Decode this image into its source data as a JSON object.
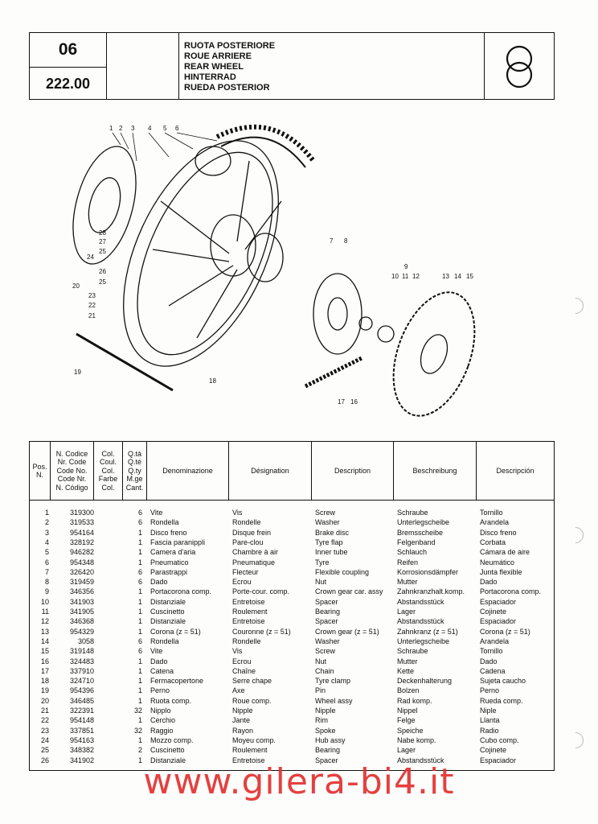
{
  "header": {
    "section": "06",
    "code": "222.00",
    "titles": [
      "RUOTA POSTERIORE",
      "ROUE ARRIERE",
      "REAR WHEEL",
      "HINTERRAD",
      "RUEDA POSTERIOR"
    ],
    "logo_icon": "double-circle-logo"
  },
  "diagram": {
    "callouts": [
      "1",
      "2",
      "3",
      "4",
      "5",
      "6",
      "7",
      "8",
      "9",
      "10",
      "11",
      "12",
      "13",
      "14",
      "15",
      "16",
      "17",
      "18",
      "19",
      "20",
      "21",
      "22",
      "23",
      "24",
      "25",
      "25",
      "26",
      "27",
      "28"
    ]
  },
  "table": {
    "headers": {
      "pos": "Pos.\nN.",
      "code": "N. Codice\nNr. Code\nCode No.\nCode Nr.\nN. Código",
      "col": "Col.\nCoul.\nCol.\nFarbe\nCol.",
      "qty": "Q.tà\nQ.té\nQ.ty\nM.ge\nCant.",
      "it": "Denominazione",
      "fr": "Désignation",
      "en": "Description",
      "de": "Beschreibung",
      "es": "Descripción"
    },
    "rows": [
      {
        "pos": "1",
        "code": "319300",
        "qty": "6",
        "it": "Vite",
        "fr": "Vis",
        "en": "Screw",
        "de": "Schraube",
        "es": "Tornillo"
      },
      {
        "pos": "2",
        "code": "319533",
        "qty": "6",
        "it": "Rondella",
        "fr": "Rondelle",
        "en": "Washer",
        "de": "Unterlegscheibe",
        "es": "Arandela"
      },
      {
        "pos": "3",
        "code": "954164",
        "qty": "1",
        "it": "Disco freno",
        "fr": "Disque frein",
        "en": "Brake disc",
        "de": "Bremsscheibe",
        "es": "Disco freno"
      },
      {
        "pos": "4",
        "code": "328192",
        "qty": "1",
        "it": "Fascia paranippli",
        "fr": "Pare-clou",
        "en": "Tyre flap",
        "de": "Felgenband",
        "es": "Corbata"
      },
      {
        "pos": "5",
        "code": "946282",
        "qty": "1",
        "it": "Camera d'aria",
        "fr": "Chambre à air",
        "en": "Inner tube",
        "de": "Schlauch",
        "es": "Cámara de aire"
      },
      {
        "pos": "6",
        "code": "954348",
        "qty": "1",
        "it": "Pneumatico",
        "fr": "Pneumatique",
        "en": "Tyre",
        "de": "Reifen",
        "es": "Neumático"
      },
      {
        "pos": "7",
        "code": "326420",
        "qty": "6",
        "it": "Parastrappi",
        "fr": "Flecteur",
        "en": "Flexible coupling",
        "de": "Korrosionsdämpfer",
        "es": "Junta flexible"
      },
      {
        "pos": "8",
        "code": "319459",
        "qty": "6",
        "it": "Dado",
        "fr": "Ecrou",
        "en": "Nut",
        "de": "Mutter",
        "es": "Dado"
      },
      {
        "pos": "9",
        "code": "346356",
        "qty": "1",
        "it": "Portacorona comp.",
        "fr": "Porte-cour. comp.",
        "en": "Crown gear car. assy",
        "de": "Zahnkranzhalt.komp.",
        "es": "Portacorona comp."
      },
      {
        "pos": "10",
        "code": "341903",
        "qty": "1",
        "it": "Distanziale",
        "fr": "Entretoise",
        "en": "Spacer",
        "de": "Abstandsstück",
        "es": "Espaciador"
      },
      {
        "pos": "11",
        "code": "341905",
        "qty": "1",
        "it": "Cuscinetto",
        "fr": "Roulement",
        "en": "Bearing",
        "de": "Lager",
        "es": "Cojinete"
      },
      {
        "pos": "12",
        "code": "346368",
        "qty": "1",
        "it": "Distanziale",
        "fr": "Entretoise",
        "en": "Spacer",
        "de": "Abstandsstück",
        "es": "Espaciador"
      },
      {
        "pos": "13",
        "code": "954329",
        "qty": "1",
        "it": "Corona (z = 51)",
        "fr": "Couronne (z = 51)",
        "en": "Crown gear (z = 51)",
        "de": "Zahnkranz (z = 51)",
        "es": "Corona (z = 51)"
      },
      {
        "pos": "14",
        "code": "3058",
        "qty": "6",
        "it": "Rondella",
        "fr": "Rondelle",
        "en": "Washer",
        "de": "Unterlegscheibe",
        "es": "Arandela"
      },
      {
        "pos": "15",
        "code": "319148",
        "qty": "6",
        "it": "Vite",
        "fr": "Vis",
        "en": "Screw",
        "de": "Schraube",
        "es": "Tornillo"
      },
      {
        "pos": "16",
        "code": "324483",
        "qty": "1",
        "it": "Dado",
        "fr": "Ecrou",
        "en": "Nut",
        "de": "Mutter",
        "es": "Dado"
      },
      {
        "pos": "17",
        "code": "337910",
        "qty": "1",
        "it": "Catena",
        "fr": "Chaîne",
        "en": "Chain",
        "de": "Kette",
        "es": "Cadena"
      },
      {
        "pos": "18",
        "code": "324710",
        "qty": "1",
        "it": "Fermacopertone",
        "fr": "Serre chape",
        "en": "Tyre clamp",
        "de": "Deckenhalterung",
        "es": "Sujeta caucho"
      },
      {
        "pos": "19",
        "code": "954396",
        "qty": "1",
        "it": "Perno",
        "fr": "Axe",
        "en": "Pin",
        "de": "Bolzen",
        "es": "Perno"
      },
      {
        "pos": "20",
        "code": "346485",
        "qty": "1",
        "it": "Ruota comp.",
        "fr": "Roue comp.",
        "en": "Wheel assy",
        "de": "Rad komp.",
        "es": "Rueda comp."
      },
      {
        "pos": "21",
        "code": "322391",
        "qty": "32",
        "it": "Nipplo",
        "fr": "Nipple",
        "en": "Nipple",
        "de": "Nippel",
        "es": "Niple"
      },
      {
        "pos": "22",
        "code": "954148",
        "qty": "1",
        "it": "Cerchio",
        "fr": "Jante",
        "en": "Rim",
        "de": "Felge",
        "es": "Llanta"
      },
      {
        "pos": "23",
        "code": "337851",
        "qty": "32",
        "it": "Raggio",
        "fr": "Rayon",
        "en": "Spoke",
        "de": "Speiche",
        "es": "Radio"
      },
      {
        "pos": "24",
        "code": "954163",
        "qty": "1",
        "it": "Mozzo comp.",
        "fr": "Moyeu comp.",
        "en": "Hub assy",
        "de": "Nabe komp.",
        "es": "Cubo comp."
      },
      {
        "pos": "25",
        "code": "348382",
        "qty": "2",
        "it": "Cuscinetto",
        "fr": "Roulement",
        "en": "Bearing",
        "de": "Lager",
        "es": "Cojinete"
      },
      {
        "pos": "26",
        "code": "341902",
        "qty": "1",
        "it": "Distanziale",
        "fr": "Entretoise",
        "en": "Spacer",
        "de": "Abstandsstück",
        "es": "Espaciador"
      }
    ]
  },
  "watermark": "www.gilera-bi4.it"
}
